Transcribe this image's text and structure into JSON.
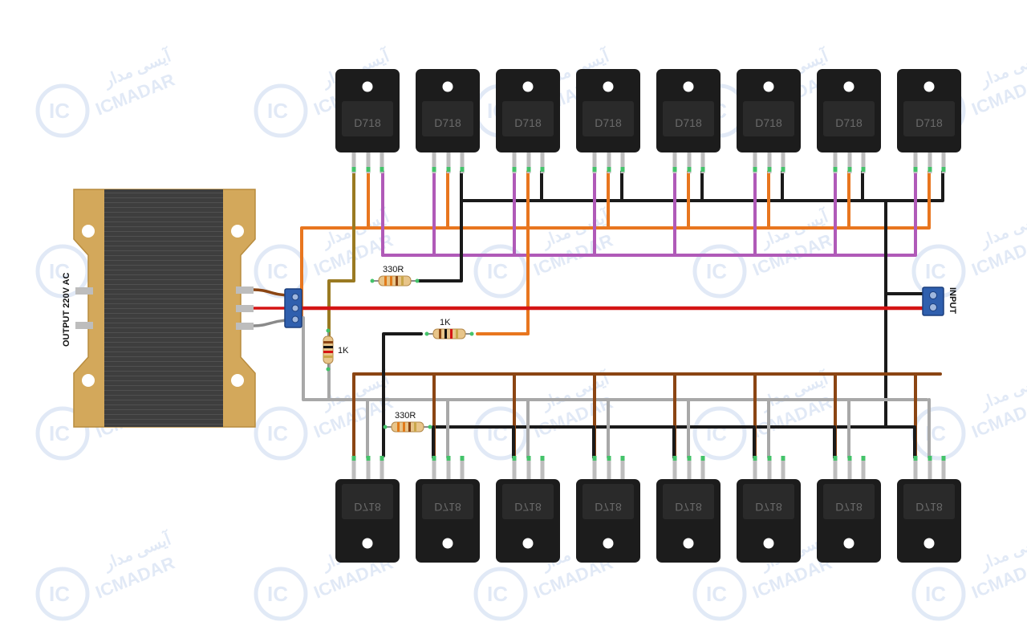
{
  "transistor_label": "D718",
  "labels": {
    "output": "OUTPUT 220V AC",
    "input": "INPUT",
    "r_330_top": "330R",
    "r_1k_left": "1K",
    "r_1k_mid": "1K",
    "r_330_bottom": "330R"
  },
  "watermark": {
    "logo": "IC",
    "brand": "ICMADAR",
    "brand_fa": "آیسی مدار",
    "sub": "MADAR"
  },
  "colors": {
    "black": "#1a1a1a",
    "orange": "#e8761f",
    "purple": "#b05ab8",
    "olive": "#9a7a22",
    "brown": "#8b4513",
    "gray": "#a8a8a8",
    "red": "#d41414",
    "terminal": "#2f5fae",
    "transformer_frame": "#d3a85b",
    "transformer_core": "#3e3e3e",
    "watermark": "#c9d8ef"
  }
}
